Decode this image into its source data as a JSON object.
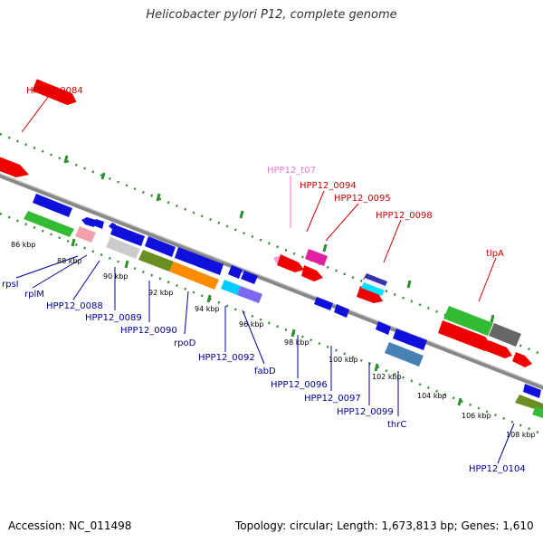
{
  "title": "Helicobacter pylori P12, complete genome",
  "footer": {
    "accession": "Accession: NC_011498",
    "summary": "Topology: circular; Length: 1,673,813 bp; Genes: 1,610"
  },
  "colors": {
    "red_label": "#cc0000",
    "blue_label": "#000099",
    "pink_label": "#e87ad0",
    "backbone": "#888888",
    "tick": "#2f8f2f"
  },
  "scale_labels": [
    "86 kbp",
    "88 kbp",
    "90 kbp",
    "92 kbp",
    "94 kbp",
    "96 kbp",
    "98 kbp",
    "100 kbp",
    "102 kbp",
    "104 kbp",
    "106 kbp",
    "108 kbp"
  ],
  "top_labels": [
    "HPP12_0084",
    "HPP12_t07",
    "HPP12_0094",
    "HPP12_0095",
    "HPP12_0098",
    "tlpA"
  ],
  "bottom_labels": [
    "rpsI",
    "rplM",
    "HPP12_0088",
    "HPP12_0089",
    "HPP12_0090",
    "rpoD",
    "HPP12_0092",
    "fabD",
    "HPP12_0096",
    "HPP12_0097",
    "HPP12_0099",
    "thrC",
    "HPP12_0104"
  ]
}
